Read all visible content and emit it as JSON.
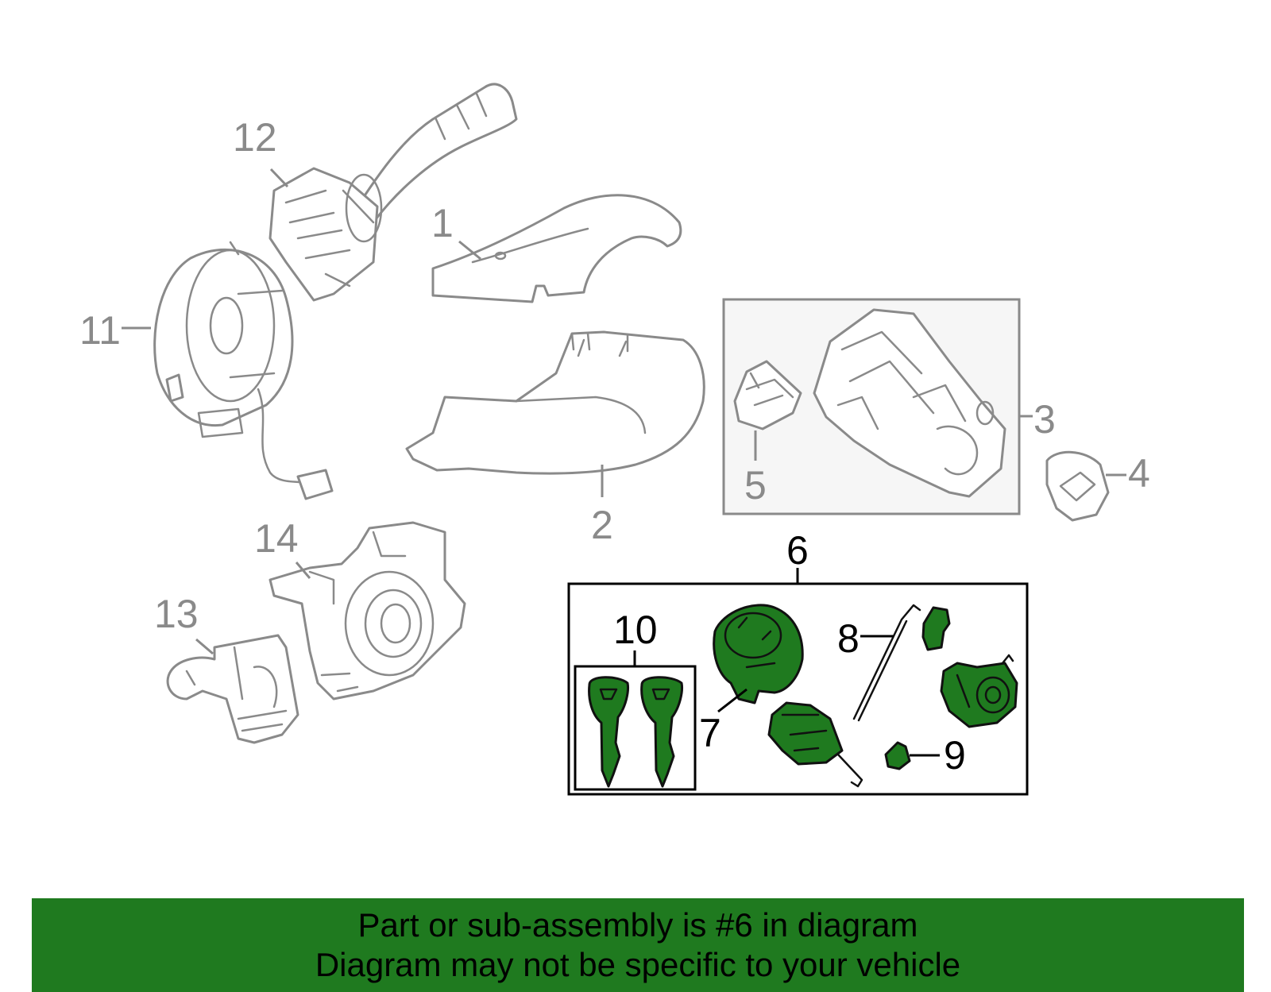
{
  "callouts": {
    "c1": "1",
    "c2": "2",
    "c3": "3",
    "c4": "4",
    "c5": "5",
    "c6": "6",
    "c7": "7",
    "c8": "8",
    "c9": "9",
    "c10": "10",
    "c11": "11",
    "c12": "12",
    "c13": "13",
    "c14": "14"
  },
  "colors": {
    "highlight_green": "#1f7a1f",
    "inactive_gray": "#8a8a8a",
    "group_box_fill": "#f6f6f6"
  },
  "footer": {
    "line1": "Part or sub-assembly is #6 in diagram",
    "line2": "Diagram may not be specific to your vehicle"
  }
}
